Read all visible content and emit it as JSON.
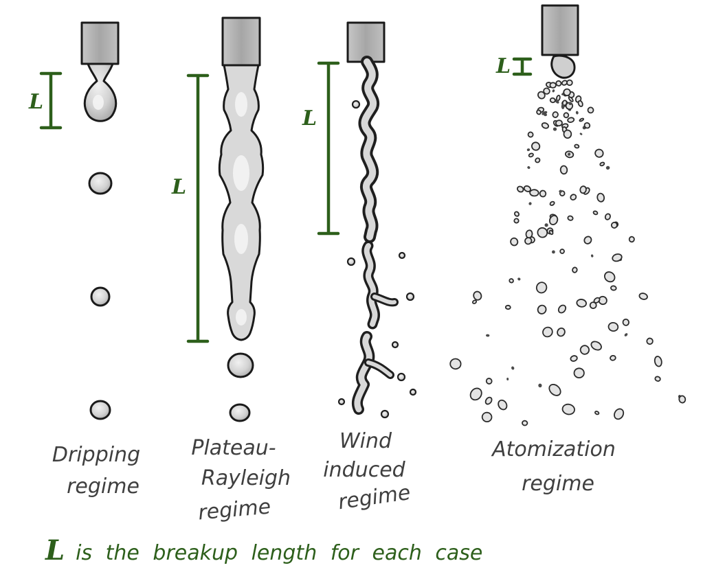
{
  "figure": {
    "length_symbol": "L",
    "caption_symbol": "L",
    "caption_text": "is the breakup length for each case",
    "regimes": [
      {
        "id": "dripping",
        "label_lines": [
          "Dripping",
          "regime"
        ]
      },
      {
        "id": "plateau-rayleigh",
        "label_lines": [
          "Plateau-",
          "Rayleigh",
          "regime"
        ]
      },
      {
        "id": "wind-induced",
        "label_lines": [
          "Wind",
          "induced",
          "regime"
        ]
      },
      {
        "id": "atomization",
        "label_lines": [
          "Atomization",
          "regime"
        ]
      }
    ],
    "colors": {
      "annotation": "#2d5f1b",
      "ink": "#3f3f3f"
    }
  }
}
